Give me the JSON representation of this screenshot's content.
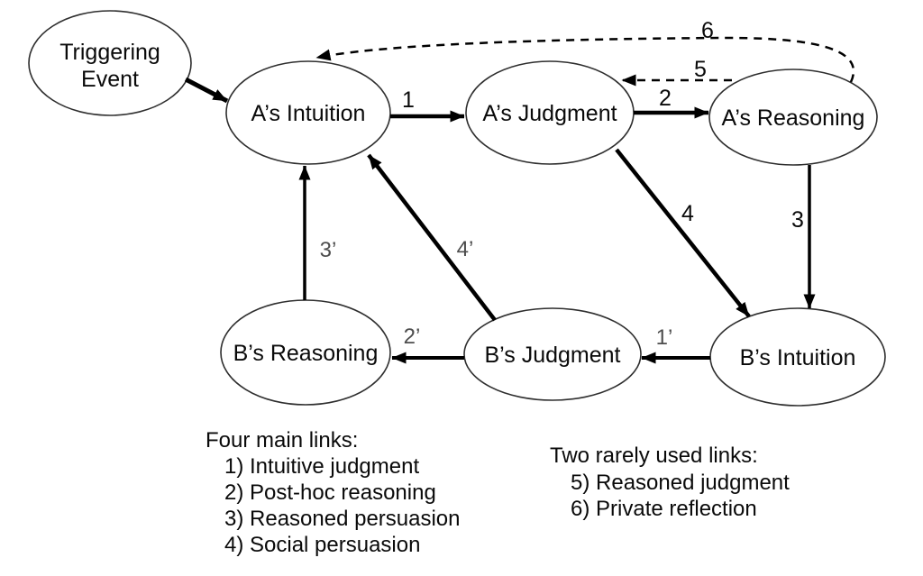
{
  "diagram": {
    "title_hint": "Social intuitionist model flow diagram",
    "nodes": {
      "triggering_event": {
        "line1": "Triggering",
        "line2": "Event"
      },
      "a_intuition": {
        "label": "A’s Intuition"
      },
      "a_judgment": {
        "label": "A’s Judgment"
      },
      "a_reasoning": {
        "label": "A’s Reasoning"
      },
      "b_reasoning": {
        "label": "B’s Reasoning"
      },
      "b_judgment": {
        "label": "B’s Judgment"
      },
      "b_intuition": {
        "label": "B’s Intuition"
      }
    },
    "link_labels": {
      "l1": "1",
      "l2": "2",
      "l3": "3",
      "l4": "4",
      "l5": "5",
      "l6": "6",
      "l1p": "1’",
      "l2p": "2’",
      "l3p": "3’",
      "l4p": "4’"
    },
    "legends": {
      "main": {
        "title": "Four main links:",
        "item1": "1) Intuitive judgment",
        "item2": "2) Post-hoc reasoning",
        "item3": "3) Reasoned persuasion",
        "item4": "4) Social persuasion"
      },
      "rare": {
        "title": "Two rarely used links:",
        "item5": "5) Reasoned judgment",
        "item6": "6) Private reflection"
      }
    },
    "colors": {
      "background": "#ffffff",
      "line": "#000000",
      "ellipse_stroke": "#2e2e2e",
      "text": "#0a0a0a",
      "prime_label": "#4d4d4d"
    }
  }
}
